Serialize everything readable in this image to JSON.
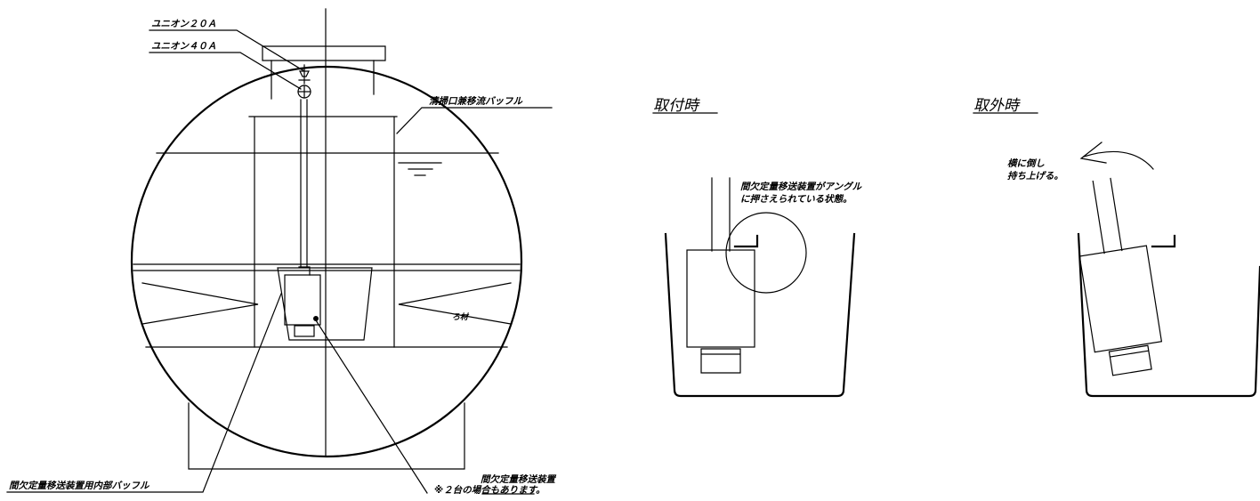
{
  "labels": {
    "union_20a": "ユニオン２０Ａ",
    "union_40a": "ユニオン４０Ａ",
    "cleaning_baffle": "清掃口兼移流バッフル",
    "filter_media": "ろ材",
    "inner_baffle": "間欠定量移送装置用内部バッフル",
    "device_line1": "間欠定量移送装置",
    "device_line2": "※２台の場合もあります。"
  },
  "mounted": {
    "title": "取付時",
    "note_line1": "間欠定量移送装置がアングル",
    "note_line2": "に押さえられている状態。"
  },
  "removed": {
    "title": "取外時",
    "note_line1": "横に倒し",
    "note_line2": "持ち上げる。"
  }
}
